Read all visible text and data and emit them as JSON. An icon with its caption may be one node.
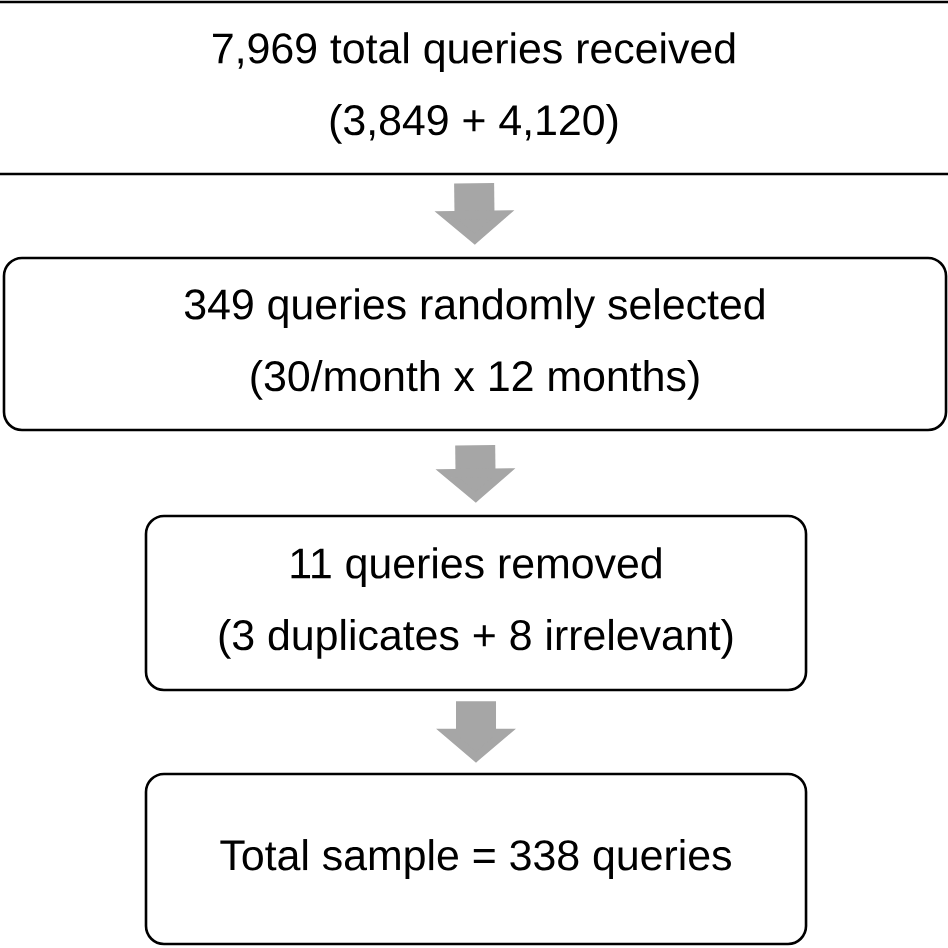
{
  "diagram": {
    "nodes": [
      {
        "text": [
          "7,969 total queries received",
          "(3,849 + 4,120)"
        ]
      },
      {
        "text": [
          "349 queries randomly selected",
          "(30/month x 12 months)"
        ]
      },
      {
        "text": [
          "11 queries removed",
          "(3 duplicates + 8 irrelevant)"
        ]
      },
      {
        "text": [
          "Total sample = 338 queries"
        ]
      }
    ],
    "edges": [
      {
        "from": 0,
        "to": 1,
        "arrow": "to"
      },
      {
        "from": 1,
        "to": 2,
        "arrow": "to"
      },
      {
        "from": 2,
        "to": 3,
        "arrow": "to"
      }
    ]
  }
}
